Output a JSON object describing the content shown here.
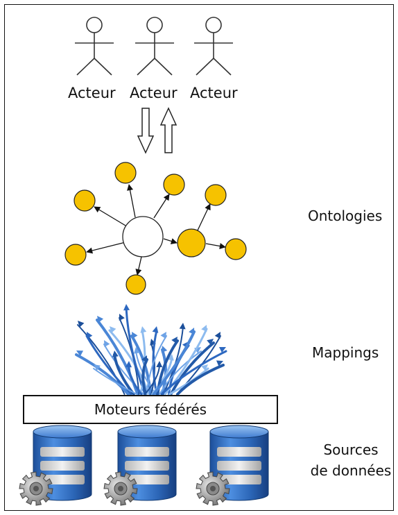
{
  "actors": [
    {
      "label": "Acteur"
    },
    {
      "label": "Acteur"
    },
    {
      "label": "Acteur"
    }
  ],
  "layers": {
    "ontologies": "Ontologies",
    "mappings": "Mappings",
    "sources_line1": "Sources",
    "sources_line2": "de données"
  },
  "engine": {
    "label": "Moteurs fédérés"
  },
  "colors": {
    "node_fill": "#f6c200",
    "node_stroke": "#222222",
    "db_blue": "#2f6fc4",
    "arrow_blue": "#3d7cc9"
  },
  "icons": [
    "actor-icon",
    "ontology-graph",
    "mapping-arrows",
    "database-gear-icon"
  ]
}
